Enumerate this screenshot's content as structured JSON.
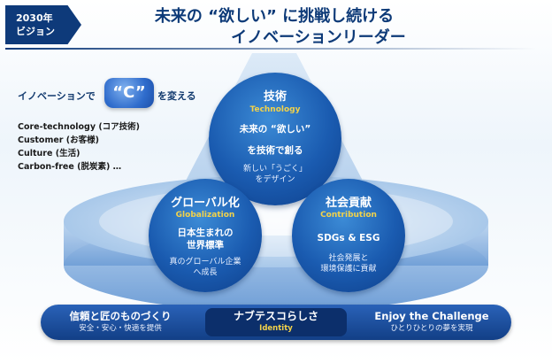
{
  "header": {
    "badge_line1": "2030年",
    "badge_line2": "ビジョン",
    "headline_line1": "未来の “欲しい” に挑戦し続ける",
    "headline_line2": "イノベーションリーダー"
  },
  "innovation": {
    "prefix": "イノベーションで",
    "c_letter": "“C”",
    "suffix": "を変える",
    "items": [
      "Core-technology (コア技術)",
      "Customer (お客様)",
      "Culture (生活)",
      "Carbon-free (脱炭素) …"
    ]
  },
  "technology": {
    "title": "技術",
    "subtitle": "Technology",
    "main_line1": "未来の “欲しい”",
    "main_line2": "を技術で創る",
    "note_line1": "新しい「うごく」",
    "note_line2": "をデザイン"
  },
  "globalization": {
    "title": "グローバル化",
    "subtitle": "Globalization",
    "main_line1": "日本生まれの",
    "main_line2": "世界標準",
    "note_line1": "真のグローバル企業",
    "note_line2": "へ成長"
  },
  "contribution": {
    "title": "社会貢献",
    "subtitle": "Contribution",
    "main_line1": "SDGs & ESG",
    "note_line1": "社会発展と",
    "note_line2": "環境保護に貢献"
  },
  "bottom": {
    "left_title": "信頼と匠のものづくり",
    "left_sub": "安全・安心・快適を提供",
    "center_title": "ナブテスコらしさ",
    "center_sub": "Identity",
    "right_title": "Enjoy the Challenge",
    "right_sub": "ひとりひとりの夢を実現"
  },
  "colors": {
    "navy": "#0e3a7a",
    "circle_blue": "#1a5bb0",
    "accent_yellow": "#f2d24a"
  }
}
